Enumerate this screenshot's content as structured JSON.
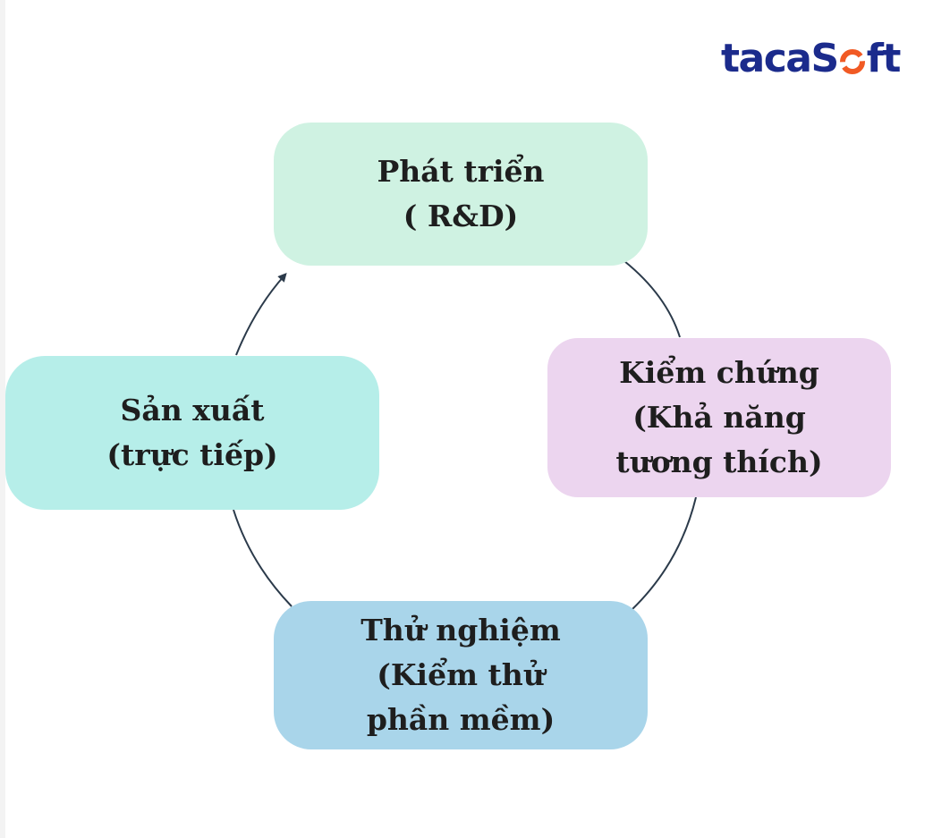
{
  "logo": {
    "text_before": "taca",
    "text_s": "S",
    "text_after": "ft",
    "colors": {
      "text": "#1b2b8c",
      "accent": "#f15a24"
    }
  },
  "diagram": {
    "nodes": [
      {
        "id": "dev",
        "lines": [
          "Phát triển",
          "( R&D)"
        ],
        "color": "#cff2e2"
      },
      {
        "id": "verify",
        "lines": [
          "Kiểm chứng",
          "(Khả năng",
          "tương thích)"
        ],
        "color": "#ecd5ef"
      },
      {
        "id": "test",
        "lines": [
          "Thử nghiệm",
          "(Kiểm thử",
          "phần mềm)"
        ],
        "color": "#a9d5ea"
      },
      {
        "id": "prod",
        "lines": [
          "Sản xuất",
          "(trực tiếp)"
        ],
        "color": "#b6eee9"
      }
    ],
    "connector_color": "#2b3a4a"
  }
}
